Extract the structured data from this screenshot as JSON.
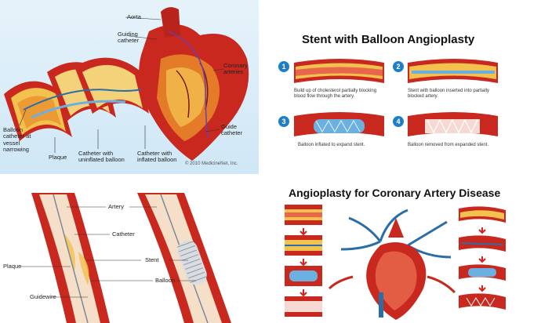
{
  "panel1": {
    "labels": {
      "aorta": "Aorta",
      "guiding_catheter": "Guiding catheter",
      "coronary_arteries": "Coronary arteries",
      "balloon_catheter": "Balloon catheter at vessel narrowing",
      "plaque": "Plaque",
      "catheter_uninflated": "Catheter with uninflated balloon",
      "catheter_inflated": "Catheter with inflated balloon",
      "guide_catheter": "Guide catheter",
      "copyright": "© 2010 MedicineNet, Inc."
    }
  },
  "panel2": {
    "title": "Stent with Balloon Angioplasty",
    "steps": [
      {
        "number": "1",
        "caption": "Build up of cholesterol partially blocking blood flow through the artery."
      },
      {
        "number": "2",
        "caption": "Stent with balloon inserted into partially blocked artery."
      },
      {
        "number": "3",
        "caption": "Balloon inflated to expand stent."
      },
      {
        "number": "4",
        "caption": "Balloon removed from expanded stent."
      }
    ]
  },
  "panel3": {
    "labels": {
      "artery": "Artery",
      "catheter": "Catheter",
      "plaque": "Plaque",
      "stent": "Stent",
      "balloon": "Balloon",
      "guidewire": "Guidewire"
    }
  },
  "panel4": {
    "title": "Angioplasty for Coronary Artery Disease"
  },
  "colors": {
    "artery_red": "#c8281e",
    "plaque_yellow": "#f2c14e",
    "step_blue": "#1f7fc4",
    "arrow_red": "#d9201c"
  }
}
